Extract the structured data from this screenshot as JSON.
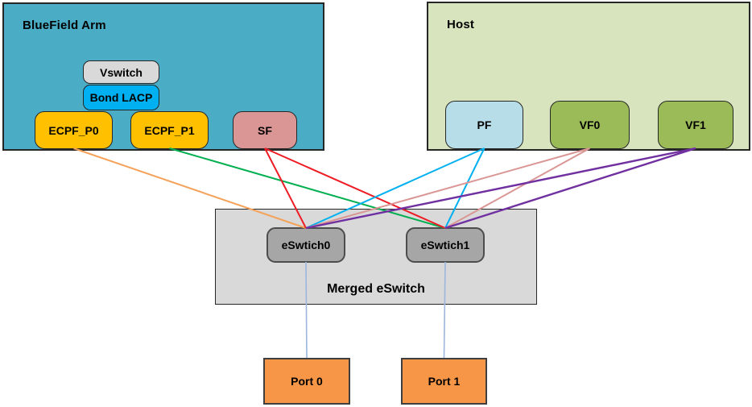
{
  "panels": {
    "bluefield": {
      "title": "BlueField Arm"
    },
    "host": {
      "title": "Host"
    },
    "merged": {
      "label": "Merged eSwitch"
    }
  },
  "nodes": {
    "vswitch": "Vswitch",
    "bond_lacp": "Bond LACP",
    "ecpf_p0": "ECPF_P0",
    "ecpf_p1": "ECPF_P1",
    "sf": "SF",
    "pf": "PF",
    "vf0": "VF0",
    "vf1": "VF1",
    "eswitch0": "eSwtich0",
    "eswitch1": "eSwtich1",
    "port0": "Port 0",
    "port1": "Port 1"
  },
  "colors": {
    "bluefield_bg": "#4BACC6",
    "host_bg": "#D7E4BD",
    "merged_bg": "#D9D9D9",
    "vswitch_bg": "#D9D9D9",
    "bond_bg": "#00B0F0",
    "ecpf_bg": "#FFC000",
    "sf_bg": "#D99694",
    "pf_bg": "#B7DEE8",
    "vf_bg": "#9BBB59",
    "eswitch_bg": "#A6A6A6",
    "port_bg": "#F79646",
    "line_orange": "#F4A259",
    "line_green": "#00B050",
    "line_red": "#EE1C25",
    "line_cyan": "#00B0F0",
    "line_pink": "#D99694",
    "line_purple": "#7030A0",
    "line_portlink": "#9CB6DE"
  },
  "connections": [
    {
      "from": "ecpf_p0",
      "to": "eswitch0",
      "color": "#F4A259",
      "width": 2
    },
    {
      "from": "ecpf_p1",
      "to": "eswitch1",
      "color": "#00B050",
      "width": 2
    },
    {
      "from": "sf",
      "to": "eswitch0",
      "color": "#EE1C25",
      "width": 2
    },
    {
      "from": "sf",
      "to": "eswitch1",
      "color": "#EE1C25",
      "width": 2
    },
    {
      "from": "pf",
      "to": "eswitch0",
      "color": "#00B0F0",
      "width": 2
    },
    {
      "from": "pf",
      "to": "eswitch1",
      "color": "#00B0F0",
      "width": 2
    },
    {
      "from": "vf0",
      "to": "eswitch0",
      "color": "#D99694",
      "width": 2
    },
    {
      "from": "vf0",
      "to": "eswitch1",
      "color": "#D99694",
      "width": 2
    },
    {
      "from": "vf1",
      "to": "eswitch0",
      "color": "#7030A0",
      "width": 2.4
    },
    {
      "from": "vf1",
      "to": "eswitch1",
      "color": "#7030A0",
      "width": 2.4
    },
    {
      "from": "eswitch0",
      "to": "port0",
      "color": "#9CB6DE",
      "width": 1.6
    },
    {
      "from": "eswitch1",
      "to": "port1",
      "color": "#9CB6DE",
      "width": 1.6
    }
  ]
}
